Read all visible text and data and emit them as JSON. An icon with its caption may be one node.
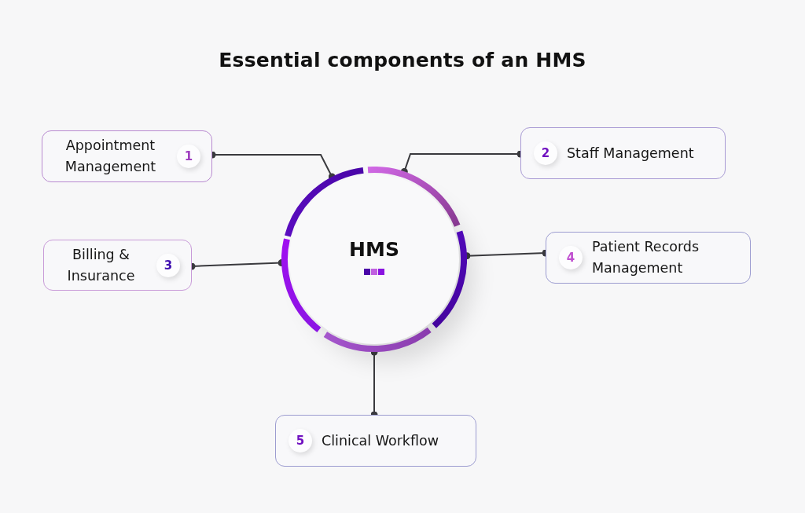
{
  "diagram": {
    "title": "Essential components of an HMS",
    "nodes": [
      {
        "text": [
          "Appointment Management",
          "1"
        ]
      },
      {
        "text": [
          "2",
          "Staff Management"
        ]
      },
      {
        "text": [
          "HMS"
        ]
      },
      {
        "text": [
          "Billing & Insurance",
          "3"
        ]
      },
      {
        "text": [
          "4",
          "Patient Records Management"
        ]
      },
      {
        "text": [
          "5",
          "Clinical Workflow"
        ]
      }
    ],
    "edges": [
      {
        "from": 0,
        "to": 2,
        "arrow": "other"
      },
      {
        "from": 1,
        "to": 2,
        "arrow": "other"
      },
      {
        "from": 3,
        "to": 2,
        "arrow": "other"
      },
      {
        "from": 4,
        "to": 2,
        "arrow": "other"
      },
      {
        "from": 5,
        "to": 2,
        "arrow": "other"
      }
    ]
  }
}
